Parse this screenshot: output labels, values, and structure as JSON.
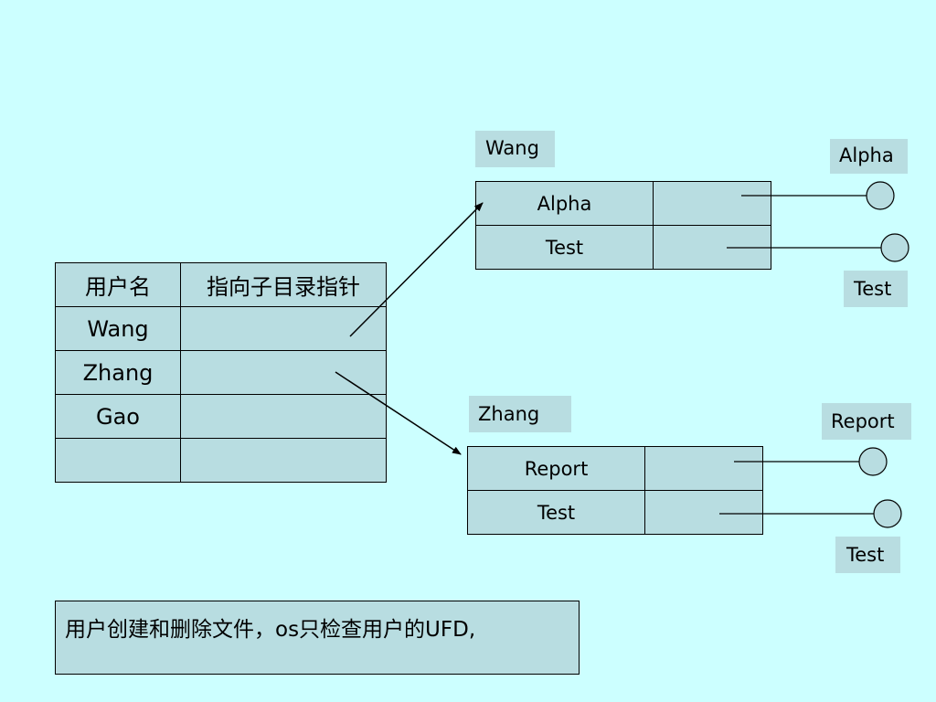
{
  "user_table": {
    "header": {
      "name_col": "用户名",
      "pointer_col": "指向子目录指针"
    },
    "rows": [
      {
        "name": "Wang",
        "pointer": ""
      },
      {
        "name": "Zhang",
        "pointer": ""
      },
      {
        "name": "Gao",
        "pointer": ""
      },
      {
        "name": "",
        "pointer": ""
      }
    ]
  },
  "wang_dir": {
    "title": "Wang",
    "entries": [
      {
        "name": "Alpha",
        "pointer": ""
      },
      {
        "name": "Test",
        "pointer": ""
      }
    ]
  },
  "zhang_dir": {
    "title": "Zhang",
    "entries": [
      {
        "name": "Report",
        "pointer": ""
      },
      {
        "name": "Test",
        "pointer": ""
      }
    ]
  },
  "files": {
    "wang_alpha": "Alpha",
    "wang_test": "Test",
    "zhang_report": "Report",
    "zhang_test": "Test"
  },
  "caption": "用户创建和删除文件，os只检查用户的UFD,"
}
